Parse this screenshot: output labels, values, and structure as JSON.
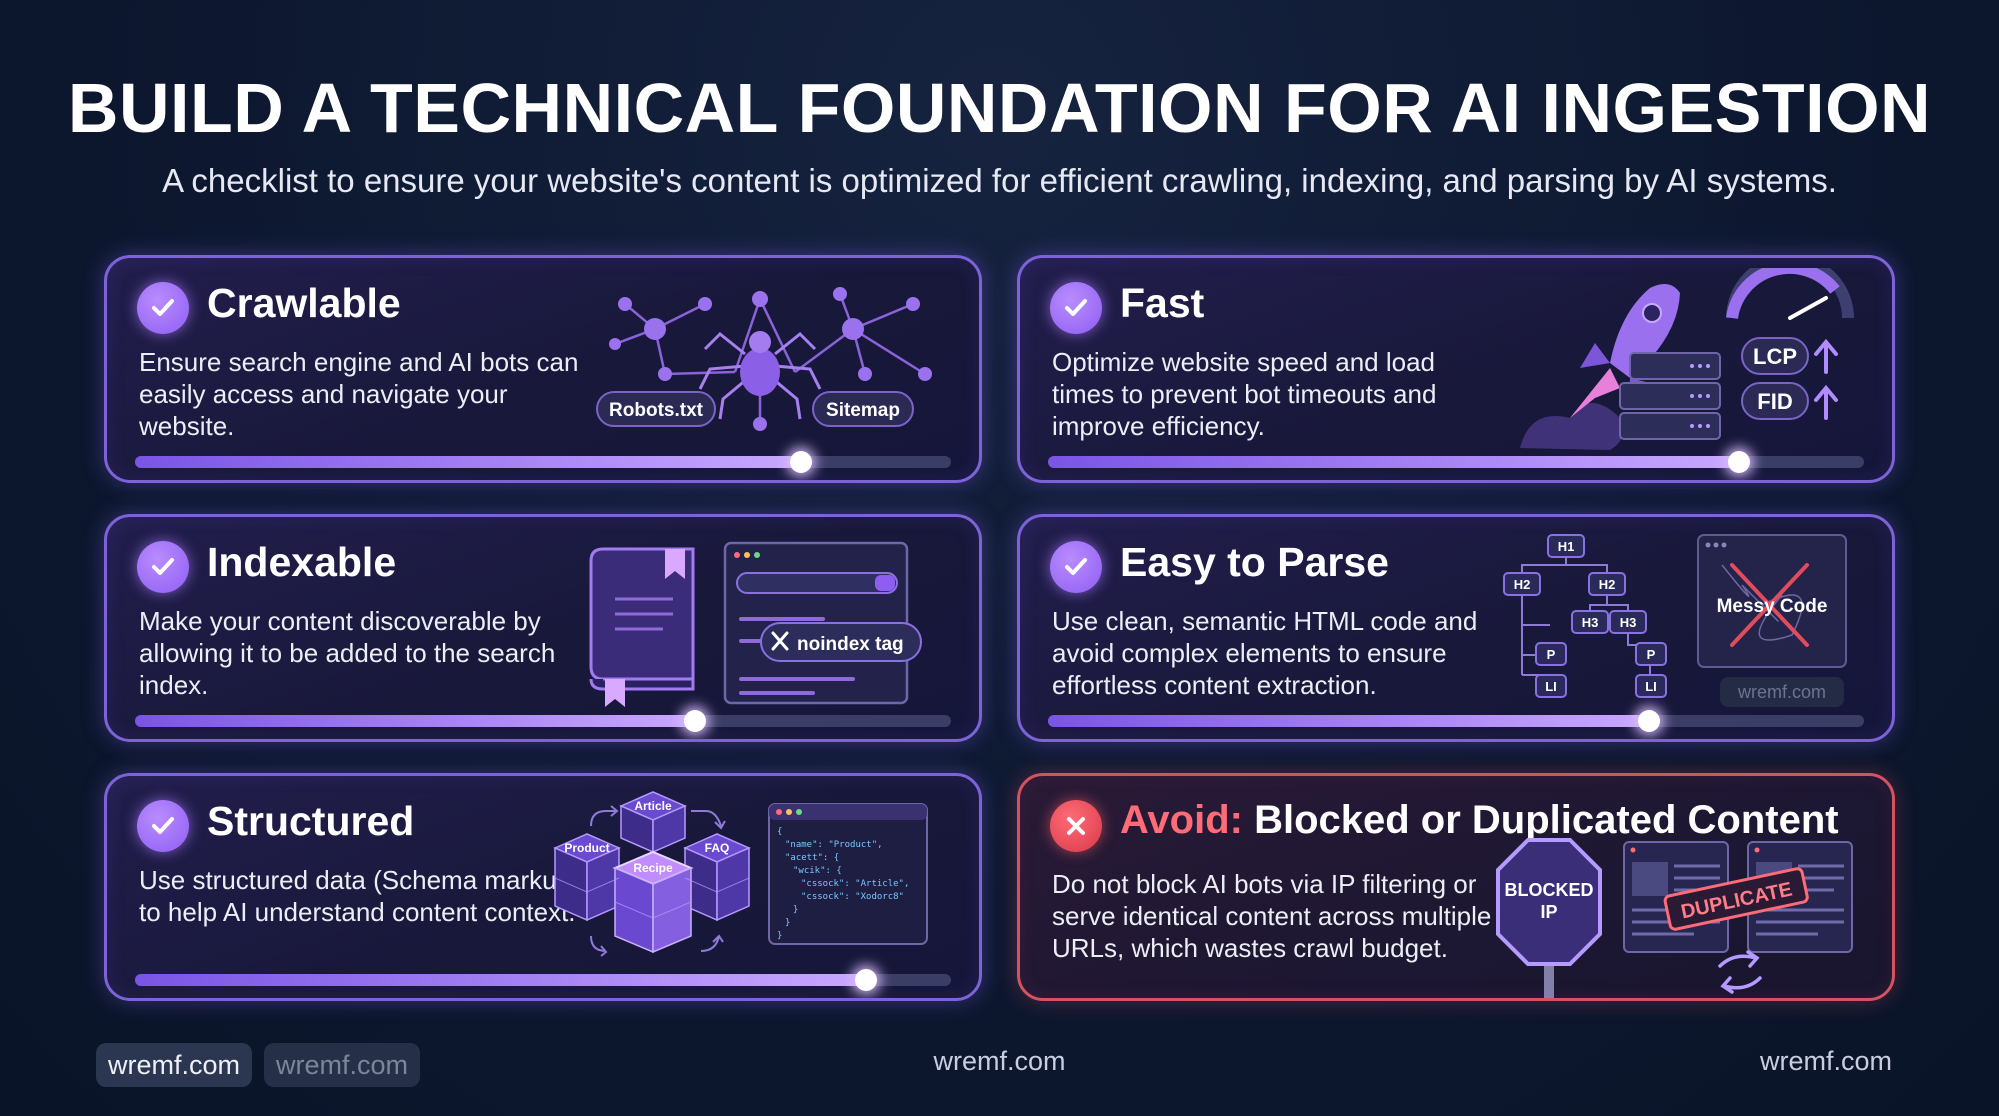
{
  "title": "BUILD A TECHNICAL FOUNDATION FOR AI INGESTION",
  "subtitle": "A checklist to ensure your website's content is optimized for efficient crawling, indexing, and parsing by AI systems.",
  "cards": {
    "crawlable": {
      "title": "Crawlable",
      "desc": "Ensure search engine and AI bots can easily access and navigate your website.",
      "tags": [
        "Robots.txt",
        "Sitemap"
      ],
      "progress": 0.82
    },
    "fast": {
      "title": "Fast",
      "desc": "Optimize website speed and load times to prevent bot timeouts and improve efficiency.",
      "metrics": [
        "LCP",
        "FID"
      ],
      "progress": 0.85
    },
    "indexable": {
      "title": "Indexable",
      "desc": "Make your content discoverable by allowing it to be added to the search index.",
      "tag": "noindex tag",
      "progress": 0.69
    },
    "parse": {
      "title": "Easy to Parse",
      "desc": "Use clean, semantic HTML code and avoid complex elements to ensure effortless content extraction.",
      "tree": [
        "H1",
        "H2",
        "H2",
        "H3",
        "H3",
        "P",
        "P",
        "LI",
        "LI"
      ],
      "messy": "Messy Code",
      "watermark": "wremf.com",
      "progress": 0.74
    },
    "structured": {
      "title": "Structured",
      "desc": "Use structured data (Schema markup) to help AI understand content context.",
      "cubes": [
        "Article",
        "Product",
        "FAQ",
        "Recipe"
      ],
      "code": [
        "{",
        "\"name\": \"Product\",",
        "\"acett\": {",
        "\"wcik\": {",
        "\"cssock\": \"Article\",",
        "\"cssock\": \"Xodorc8\"",
        "}",
        "}",
        "}"
      ],
      "progress": 0.9
    },
    "avoid": {
      "prefix": "Avoid:",
      "title": "Blocked or Duplicated Content",
      "desc": "Do not block AI bots via IP filtering or serve identical content across multiple URLs, which wastes crawl budget.",
      "sign": [
        "BLOCKED",
        "IP"
      ],
      "stamp": "DUPLICATE"
    }
  },
  "footer": {
    "chip1": "wremf.com",
    "chip2": "wremf.com",
    "center": "wremf.com",
    "right": "wremf.com"
  },
  "colors": {
    "accent": "#8e5ef2",
    "warn": "#d9394a",
    "background": "#0d1830"
  }
}
